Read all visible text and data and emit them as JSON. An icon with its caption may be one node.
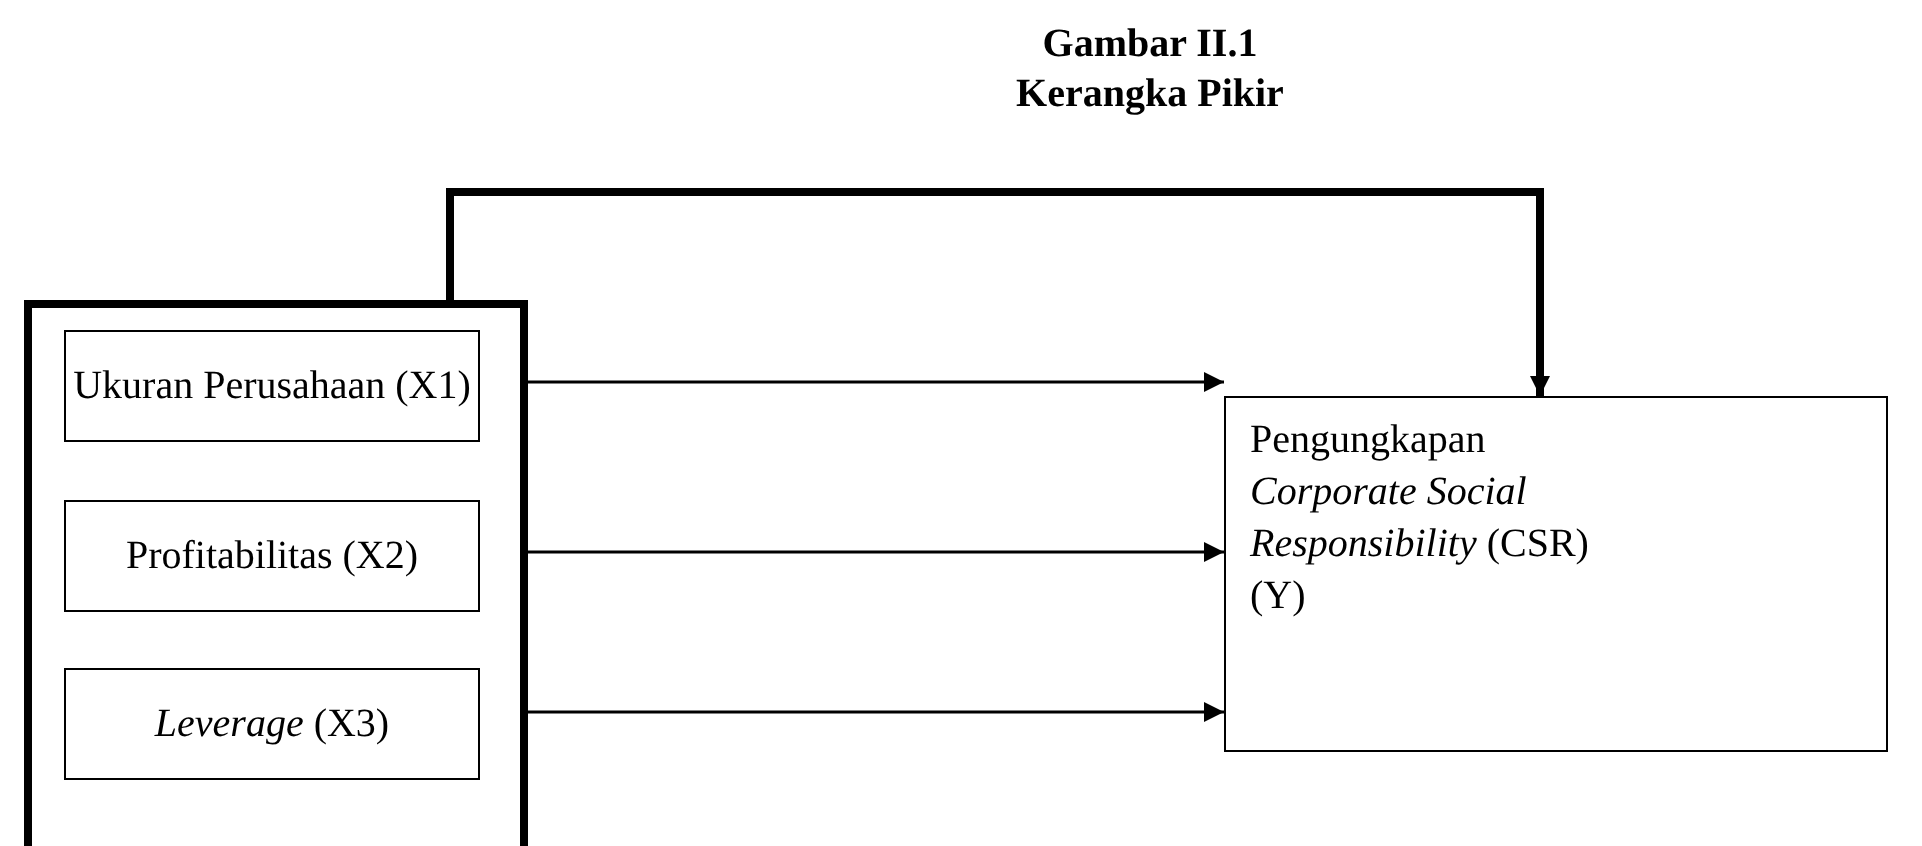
{
  "diagram": {
    "title": "Gambar II.1 Kerangka Pikir",
    "nodes": [
      {
        "text": [],
        "shape": "box"
      },
      {
        "text": [
          "Ukuran Perusahaan (X1)"
        ],
        "in": 0
      },
      {
        "text": [
          "Profitabilitas (X2)"
        ],
        "in": 0
      },
      {
        "text": [
          "*Leverage* (X3)"
        ],
        "in": 0
      },
      {
        "text": [
          "Pengungkapan *Corporate Social Responsibility* (CSR) (Y)"
        ]
      }
    ],
    "edges": [
      {
        "from": 1,
        "to": 4,
        "arrow": "to"
      },
      {
        "from": 2,
        "to": 4,
        "arrow": "to"
      },
      {
        "from": 3,
        "to": 4,
        "arrow": "to"
      },
      {
        "from": 0,
        "to": 4,
        "arrow": "to",
        "style": "thick"
      }
    ]
  }
}
